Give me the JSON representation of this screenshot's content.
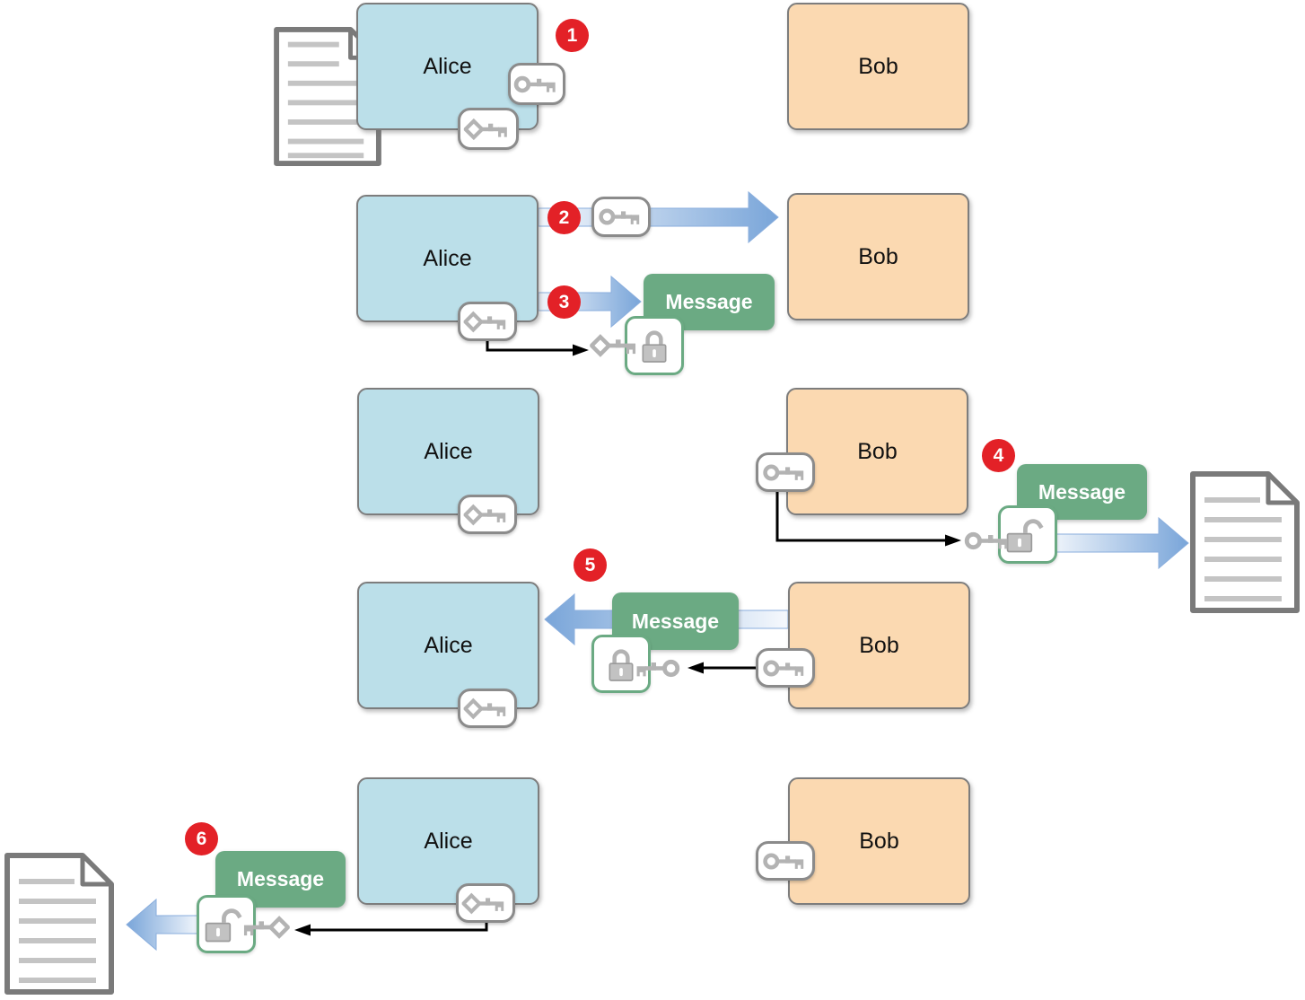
{
  "labels": {
    "alice": "Alice",
    "bob": "Bob",
    "message": "Message"
  },
  "steps": [
    {
      "number": "1"
    },
    {
      "number": "2"
    },
    {
      "number": "3"
    },
    {
      "number": "4"
    },
    {
      "number": "5"
    },
    {
      "number": "6"
    }
  ],
  "icons": {
    "public_key": "key-with-round-bow",
    "private_key": "key-with-diamond-bow",
    "locked_message": "closed-padlock",
    "unlocked_message": "open-padlock",
    "plaintext": "document-page"
  },
  "colors": {
    "alice_box": "#bbdfe9",
    "bob_box": "#fbd9b1",
    "message_box": "#6baa83",
    "step_badge": "#e32127",
    "arrow_blue": "#79a5d9",
    "arrow_blue_light": "#f3f7fc",
    "icon_gray": "#b3b3b3",
    "box_border": "#7d7d7d"
  }
}
